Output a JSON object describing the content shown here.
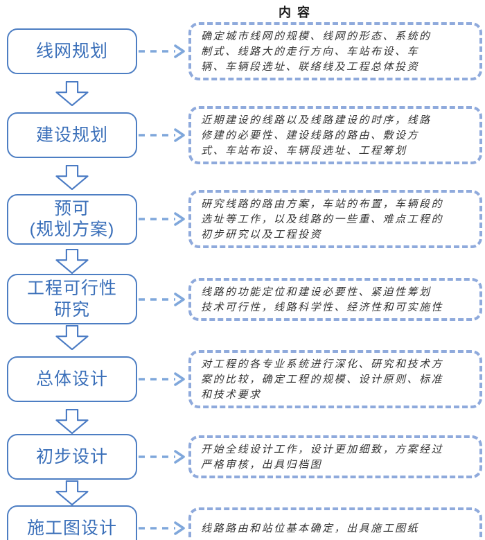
{
  "title": "内容",
  "colors": {
    "stage_border": "#4d7ec3",
    "stage_text": "#3a6fb9",
    "down_arrow": "#4a7bc4",
    "dashed_connector": "#7fa7db",
    "desc_border": "#8faadc",
    "desc_text": "#333333"
  },
  "stages": [
    {
      "label": "线网规划",
      "desc": "确定城市线网的规模、线网的形态、系统的\n制式、线路大的走行方向、车站布设、车\n辆、车辆段选址、联络线及工程总体投资"
    },
    {
      "label": "建设规划",
      "desc": "近期建设的线路以及线路建设的时序，线路\n修建的必要性、建设线路的路由、敷设方\n式、车站布设、车辆段选址、工程筹划"
    },
    {
      "label": "预可\n(规划方案)",
      "desc": "研究线路的路由方案，车站的布置，车辆段的\n选址等工作，以及线路的一些重、难点工程的\n初步研究以及工程投资"
    },
    {
      "label": "工程可行性\n研究",
      "desc": "线路的功能定位和建设必要性、紧迫性筹划\n技术可行性，线路科学性、经济性和可实施性"
    },
    {
      "label": "总体设计",
      "desc": "对工程的各专业系统进行深化、研究和技术方\n案的比较，确定工程的规模、设计原则、标准\n和技术要求"
    },
    {
      "label": "初步设计",
      "desc": "开始全线设计工作，设计更加细致，方案经过\n严格审核，出具归档图"
    },
    {
      "label": "施工图设计",
      "desc": "线路路由和站位基本确定，出具施工图纸"
    }
  ]
}
